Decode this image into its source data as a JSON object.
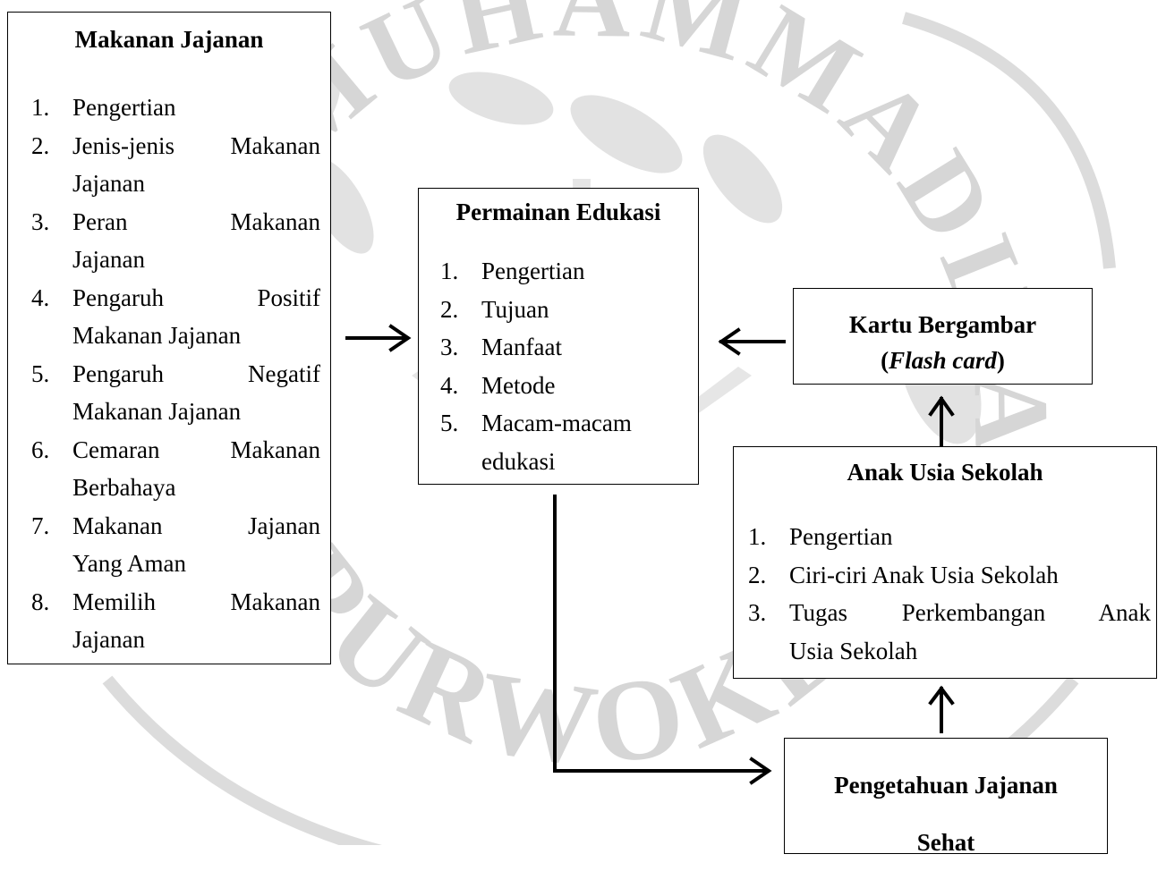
{
  "boxes": {
    "makanan": {
      "title": "Makanan Jajanan",
      "items": [
        {
          "num": "1.",
          "lines": [
            "Pengertian"
          ]
        },
        {
          "num": "2.",
          "lines": [
            "Jenis-jenis Makanan",
            "Jajanan"
          ]
        },
        {
          "num": "3.",
          "lines": [
            "Peran Makanan",
            "Jajanan"
          ]
        },
        {
          "num": "4.",
          "lines": [
            "Pengaruh Positif",
            "Makanan Jajanan"
          ]
        },
        {
          "num": "5.",
          "lines": [
            "Pengaruh Negatif",
            "Makanan Jajanan"
          ]
        },
        {
          "num": "6.",
          "lines": [
            "Cemaran Makanan",
            "Berbahaya"
          ]
        },
        {
          "num": "7.",
          "lines": [
            "Makanan Jajanan",
            "Yang Aman"
          ]
        },
        {
          "num": "8.",
          "lines": [
            "Memilih Makanan",
            "Jajanan"
          ]
        }
      ]
    },
    "permainan": {
      "title": "Permainan Edukasi",
      "items": [
        {
          "num": "1.",
          "lines": [
            "Pengertian"
          ]
        },
        {
          "num": "2.",
          "lines": [
            "Tujuan"
          ]
        },
        {
          "num": "3.",
          "lines": [
            "Manfaat"
          ]
        },
        {
          "num": "4.",
          "lines": [
            "Metode"
          ]
        },
        {
          "num": "5.",
          "lines": [
            "Macam-macam",
            "edukasi"
          ]
        }
      ]
    },
    "kartu": {
      "title_line1": "Kartu Bergambar",
      "title_open": "(",
      "title_italic": "Flash card",
      "title_close": ")"
    },
    "anak": {
      "title": "Anak Usia Sekolah",
      "items": [
        {
          "num": "1.",
          "lines": [
            "Pengertian"
          ]
        },
        {
          "num": "2.",
          "lines": [
            "Ciri-ciri Anak Usia Sekolah"
          ]
        },
        {
          "num": "3.",
          "lines": [
            "Tugas Perkembangan Anak",
            "Usia Sekolah"
          ]
        }
      ]
    },
    "pengetahuan": {
      "title_line1": "Pengetahuan Jajanan",
      "title_line2": "Sehat"
    }
  },
  "watermark": {
    "top_text": "AS MUHAMMADIYAH",
    "bottom_text": "PURWOKERTO",
    "color": "#d0d0d0"
  }
}
